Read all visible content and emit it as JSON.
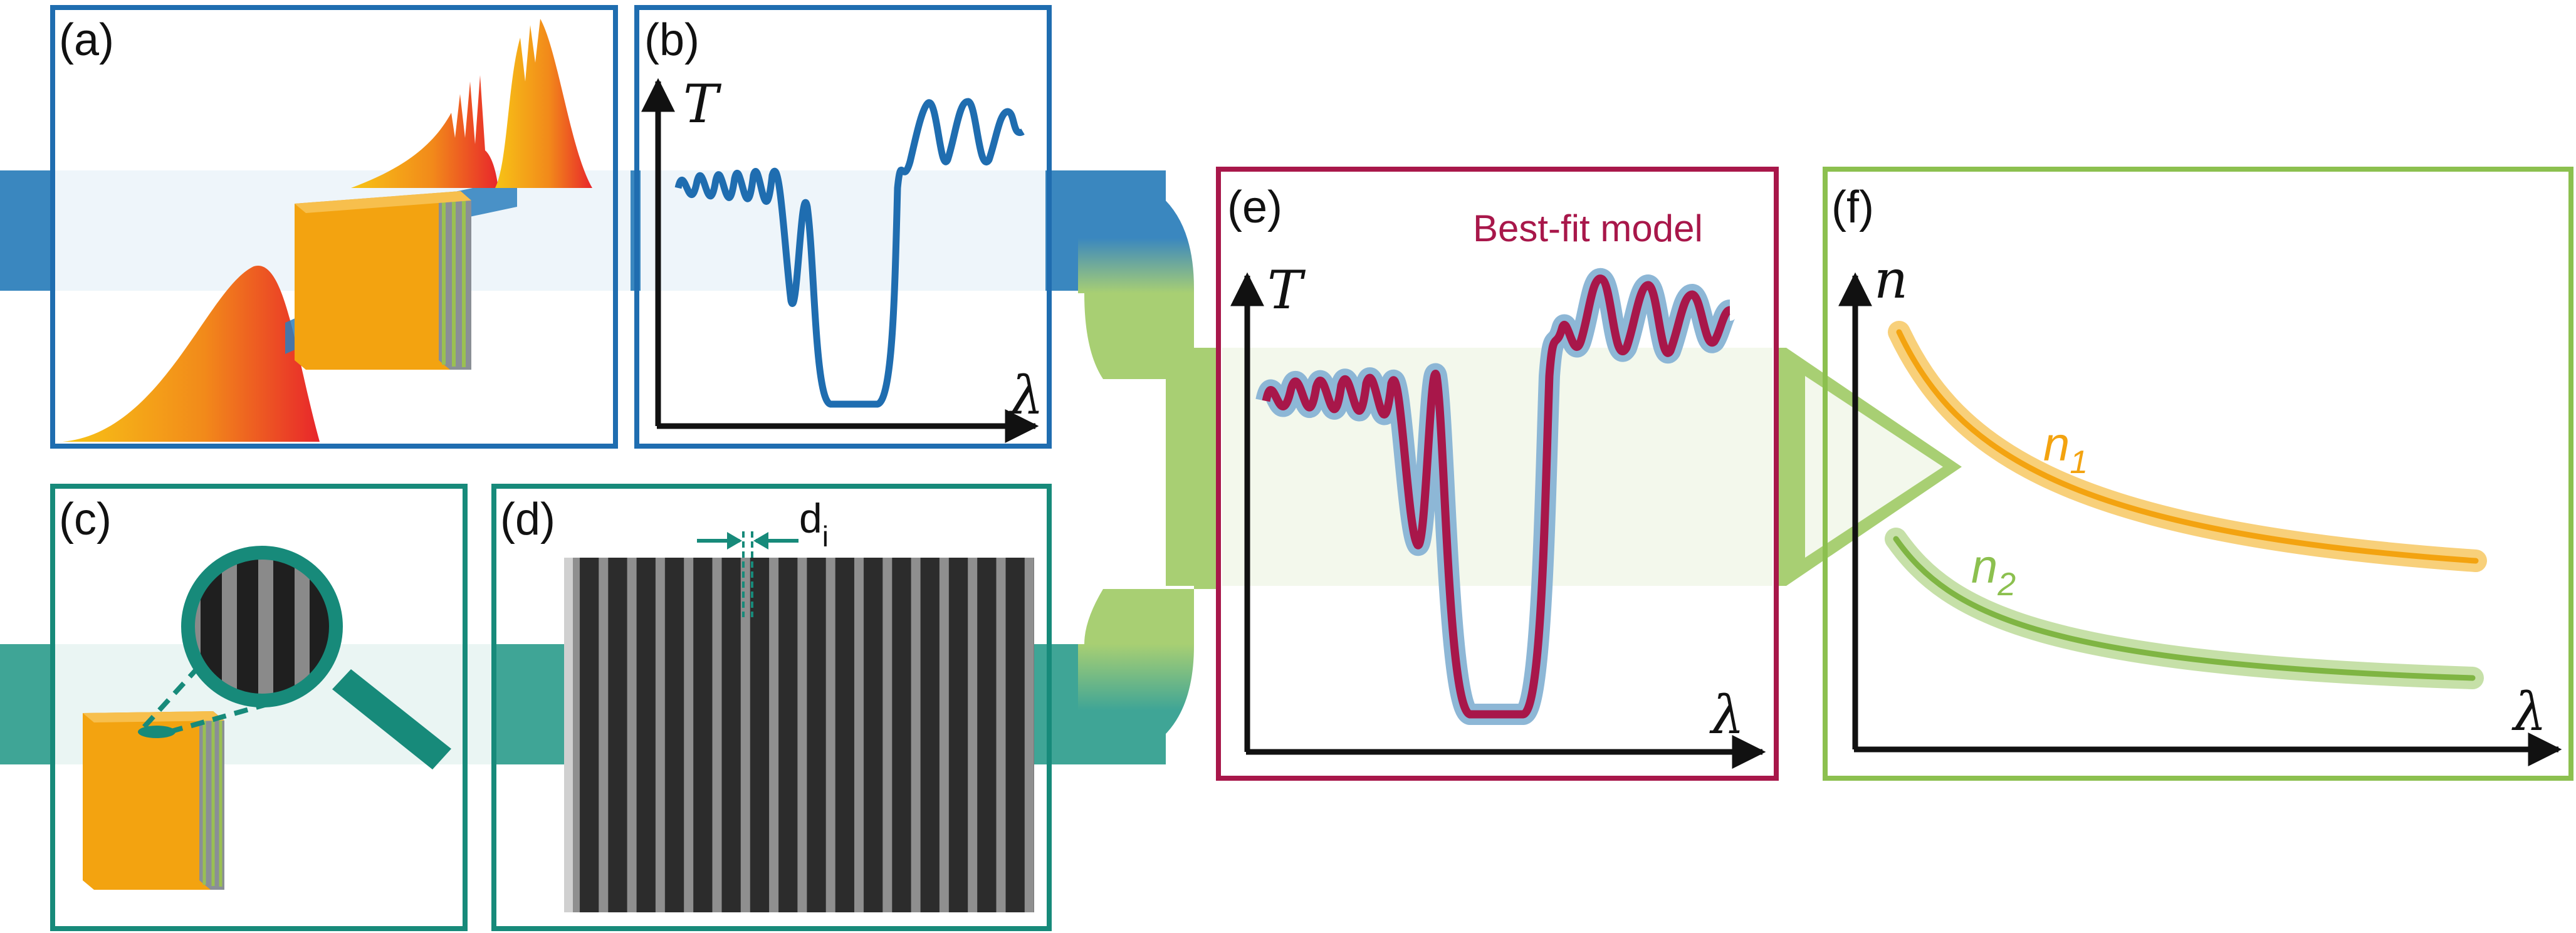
{
  "colors": {
    "blue": "#1f6db0",
    "teal": "#178a7a",
    "crimson": "#a8174a",
    "green": "#8cc04f",
    "orange": "#f3a310",
    "red": "#e8262b"
  },
  "panels": {
    "a": {
      "label": "(a)"
    },
    "b": {
      "label": "(b)",
      "y_axis": "T",
      "x_axis": "λ"
    },
    "c": {
      "label": "(c)"
    },
    "d": {
      "label": "(d)",
      "dimension": "d",
      "dimension_sub": "i"
    },
    "e": {
      "label": "(e)",
      "y_axis": "T",
      "x_axis": "λ",
      "fit_label": "Best-fit model"
    },
    "f": {
      "label": "(f)",
      "y_axis": "n",
      "x_axis": "λ",
      "curves": [
        {
          "symbol": "n",
          "sub": "1"
        },
        {
          "symbol": "n",
          "sub": "2"
        }
      ]
    }
  }
}
